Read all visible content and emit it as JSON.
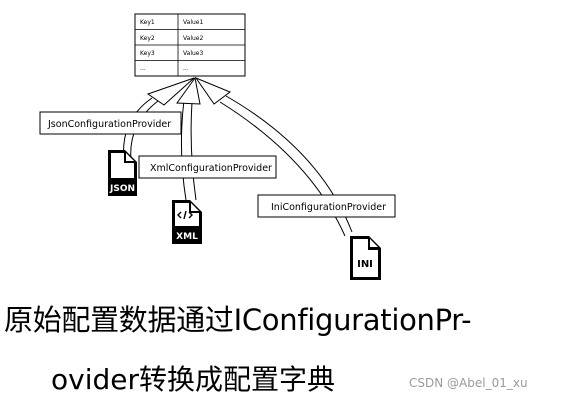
{
  "dictionary": {
    "rows": [
      {
        "key": "Key1",
        "value": "Value1"
      },
      {
        "key": "Key2",
        "value": "Value2"
      },
      {
        "key": "Key3",
        "value": "Value3"
      },
      {
        "key": "...",
        "value": "..."
      }
    ]
  },
  "providers": {
    "json": {
      "label": "JsonConfigurationProvider",
      "file_label": "JSON",
      "icon": "json-file-icon"
    },
    "xml": {
      "label": "XmlConfigurationProvider",
      "file_label": "XML",
      "icon": "xml-file-icon"
    },
    "ini": {
      "label": "IniConfigurationProvider",
      "file_label": "INI",
      "icon": "ini-file-icon"
    }
  },
  "caption": {
    "line1": "原始配置数据通过IConfigurationPr-",
    "line2": "ovider转换成配置字典"
  },
  "watermark": "CSDN @Abel_01_xu",
  "colors": {
    "line": "#000000",
    "file_icon": "#000000",
    "watermark": "#9a9a9a"
  }
}
